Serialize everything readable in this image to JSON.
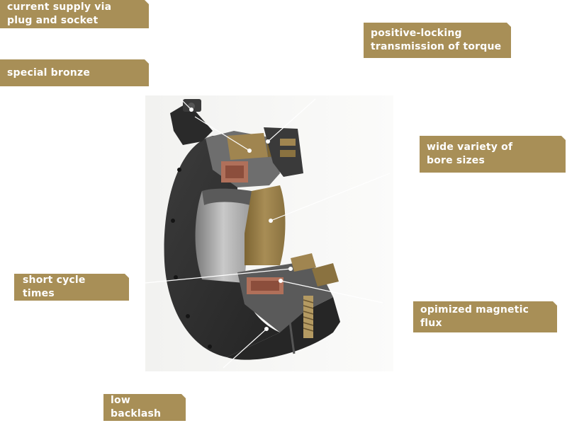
{
  "labels": {
    "current_supply": "current supply via\nplug and socket",
    "positive_locking": "positive-locking\ntransmission of torque",
    "special_bronze": "special bronze",
    "bore_sizes": "wide variety of\nbore sizes",
    "short_cycle": "short cycle times",
    "magnetic_flux": "opimized magnetic flux",
    "low_backlash": "low backlash"
  },
  "colors": {
    "label_bg": "#a88f57",
    "label_text": "#ffffff",
    "leader_line": "#ffffff",
    "bronze": "#a08550",
    "dark_housing": "#2e2e2e",
    "coil": "#b0705a"
  }
}
